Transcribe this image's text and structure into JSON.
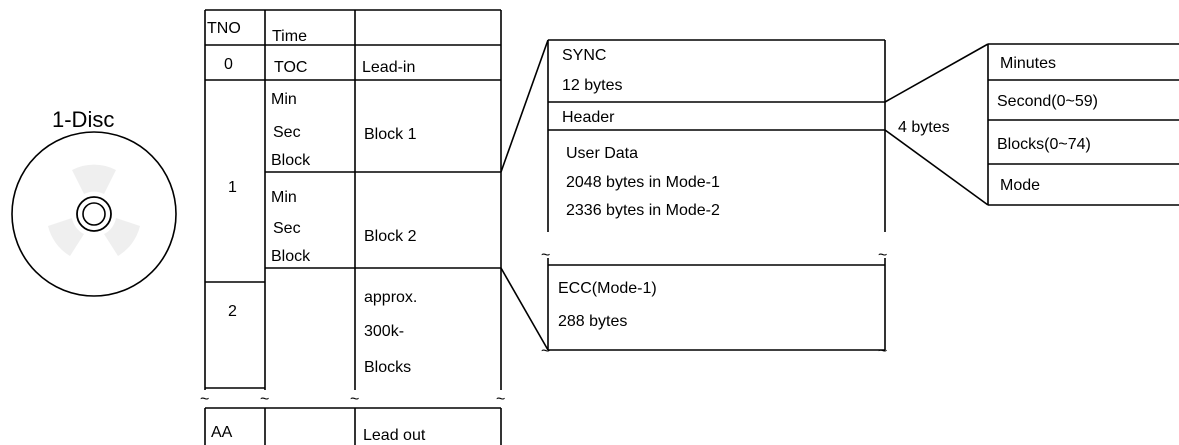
{
  "disc": {
    "label": "1-Disc",
    "colors": {
      "body": "#ffffff",
      "sectors": "#efefef",
      "outline": "#000000"
    }
  },
  "track_table": {
    "headers": [
      "TNO",
      "Time",
      ""
    ],
    "rows": {
      "tno_0": "0",
      "toc": "TOC",
      "lead_in": "Lead-in",
      "tno_1": "1",
      "block1_fields": [
        "Min",
        "Sec",
        "Block"
      ],
      "block1_label": "Block 1",
      "block2_fields": [
        "Min",
        "Sec",
        "Block"
      ],
      "block2_label": "Block 2",
      "tno_2": "2",
      "approx_lines": [
        "approx.",
        "300k-",
        "Blocks"
      ],
      "tno_aa": "AA",
      "lead_out": "Lead out"
    },
    "break_mark": "~"
  },
  "block_structure": {
    "sync": {
      "name": "SYNC",
      "size": "12 bytes"
    },
    "header": {
      "name": "Header"
    },
    "user_data": {
      "name": "User Data",
      "lines": [
        "2048 bytes in Mode-1",
        "2336 bytes in Mode-2"
      ]
    },
    "ecc": {
      "name": "ECC(Mode-1)",
      "size": "288 bytes"
    },
    "break_mark": "~"
  },
  "header_detail": {
    "size_label": "4 bytes",
    "fields": [
      "Minutes",
      "Second(0~59)",
      "Blocks(0~74)",
      "Mode"
    ]
  }
}
